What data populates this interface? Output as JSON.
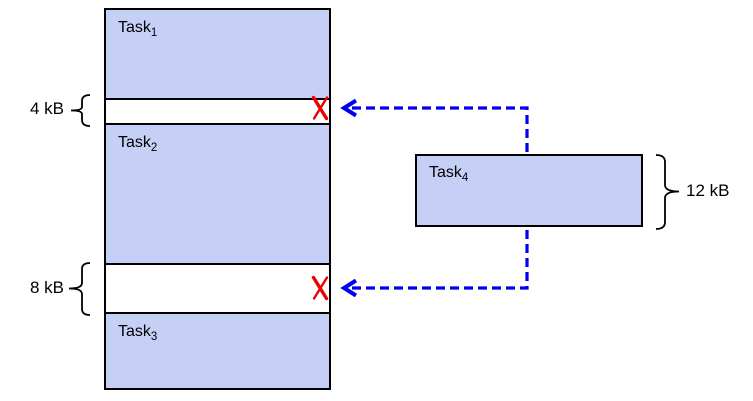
{
  "colors": {
    "task_fill": "#c6d0f6",
    "line_black": "#000000",
    "arrow_blue": "#0000ee",
    "x_red": "#ee0000"
  },
  "tasks": {
    "task1": {
      "base": "Task",
      "sub": "1"
    },
    "task2": {
      "base": "Task",
      "sub": "2"
    },
    "task3": {
      "base": "Task",
      "sub": "3"
    },
    "task4": {
      "base": "Task",
      "sub": "4"
    }
  },
  "gaps": {
    "gap1": {
      "size_label": "4 kB"
    },
    "gap2": {
      "size_label": "8 kB"
    }
  },
  "task4_size_label": "12 kB"
}
